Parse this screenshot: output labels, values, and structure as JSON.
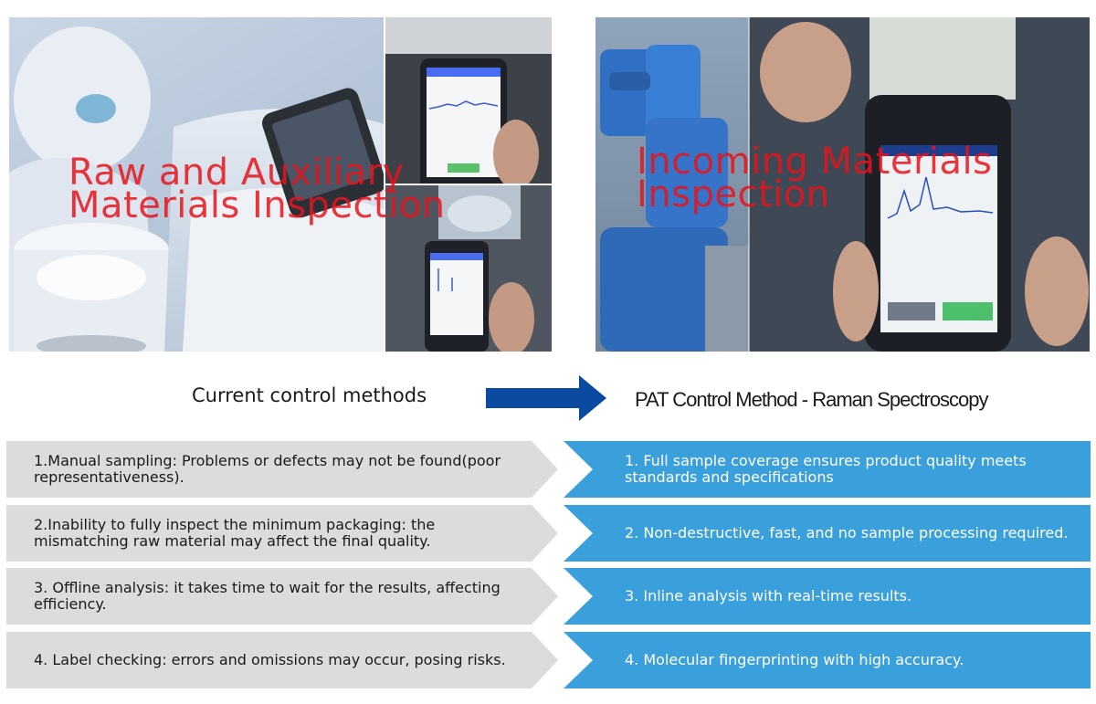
{
  "panels": {
    "left_title": "Raw and Auxiliary\nMaterials Inspection",
    "right_title": "Incoming Materials\nInspection"
  },
  "methods": {
    "current": "Current control methods",
    "pat": "PAT Control Method - Raman Spectroscopy"
  },
  "current_items": [
    "1.Manual sampling: Problems or defects may not be found(poor representativeness).",
    "2.Inability to fully inspect the minimum packaging: the mismatching raw material may affect the final quality.",
    "3. Offline analysis: it takes time to wait for the results, affecting efficiency.",
    "4. Label checking: errors and omissions may occur, posing risks."
  ],
  "pat_items": [
    "1. Full sample coverage ensures product quality meets standards and specifications",
    "2. Non-destructive, fast, and no sample processing required.",
    "3. Inline analysis with real-time results.",
    "4. Molecular fingerprinting with high accuracy."
  ],
  "colors": {
    "title_red": "#e8131b",
    "left_row_gray": "#dcdcdc",
    "right_row_blue": "#3aa0dc",
    "arrow_blue": "#0a4aa0"
  }
}
